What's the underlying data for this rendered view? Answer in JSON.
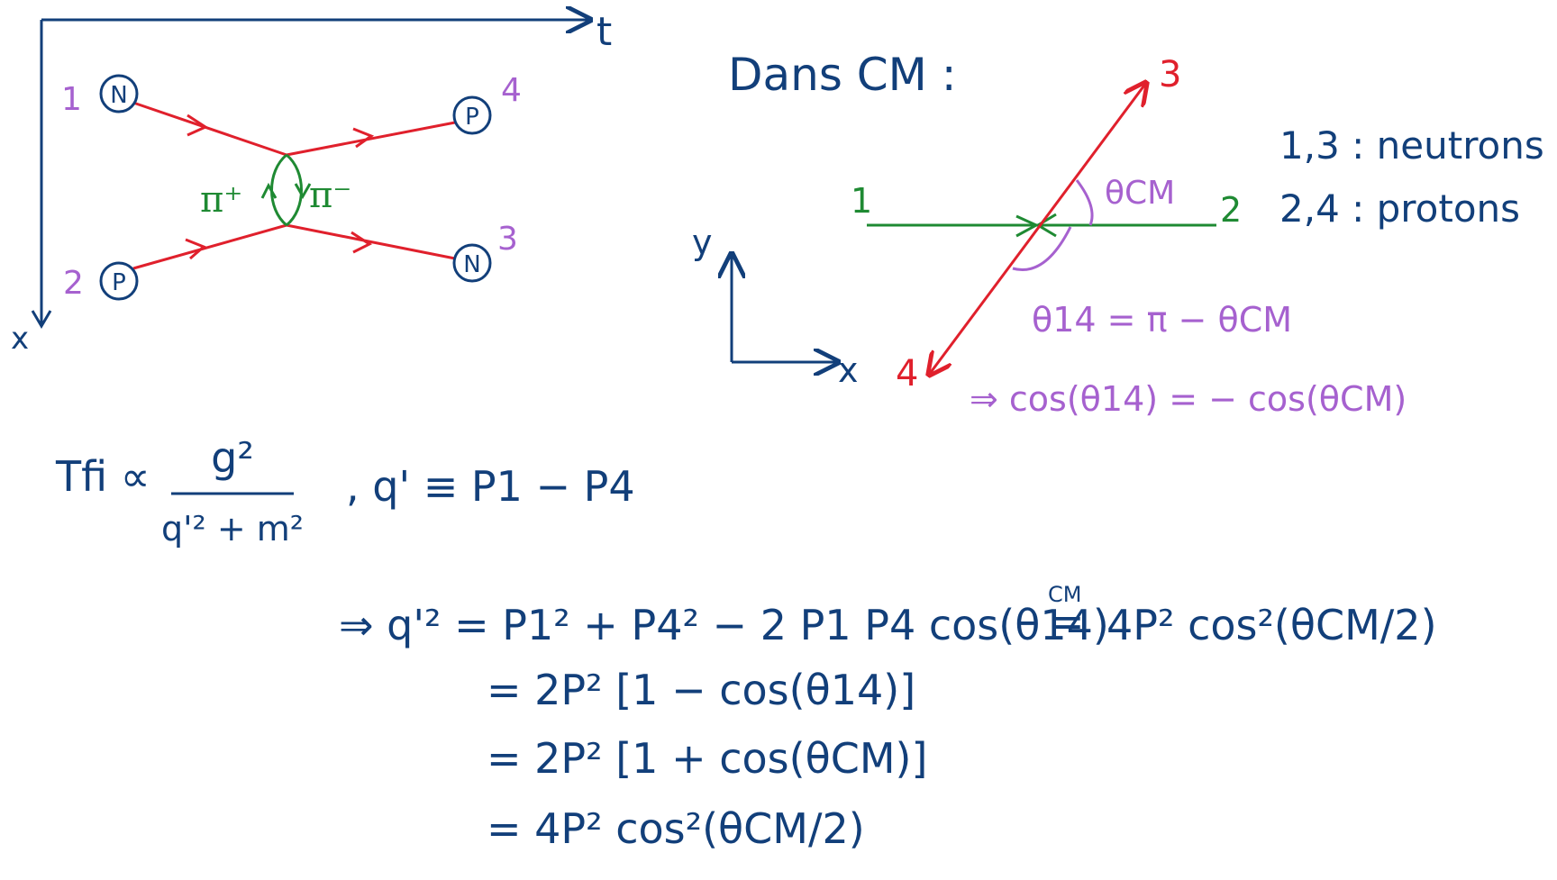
{
  "colors": {
    "ink_blue": "#123f7a",
    "red": "#e0202c",
    "green": "#1f8a33",
    "purple": "#a661cf"
  },
  "feynman": {
    "axis_t": "t",
    "axis_x": "x",
    "label_1": "1",
    "label_2": "2",
    "label_3": "3",
    "label_4": "4",
    "node_n_top": "N",
    "node_p_bottom": "P",
    "node_p_out": "P",
    "node_n_out": "N",
    "pi_plus": "π⁺",
    "pi_minus": "π⁻"
  },
  "cm_frame": {
    "heading": "Dans CM :",
    "label_1": "1",
    "label_2": "2",
    "label_3": "3",
    "label_4": "4",
    "axis_y": "y",
    "axis_x": "x",
    "theta_cm": "θCM",
    "theta14_eq": "θ14 = π − θCM",
    "cos_relation": "⇒ cos(θ14) = − cos(θCM)",
    "legend_neutrons": "1,3 : neutrons",
    "legend_protons": "2,4 : protons"
  },
  "formulas": {
    "tfi_lhs": "Tfi ∝",
    "tfi_num": "g²",
    "tfi_den": "q'² + m²",
    "q_def": ",   q' ≡ P1 − P4",
    "line1": "⇒  q'² = P1² + P4² − 2 P1 P4 cos(θ14)",
    "cm_over": "CM",
    "cm_eq": "=",
    "line1_rhs": "4P² cos²(θCM/2)",
    "line2": "= 2P² [1 − cos(θ14)]",
    "line3": "= 2P² [1 + cos(θCM)]",
    "line4": "= 4P² cos²(θCM/2)"
  }
}
